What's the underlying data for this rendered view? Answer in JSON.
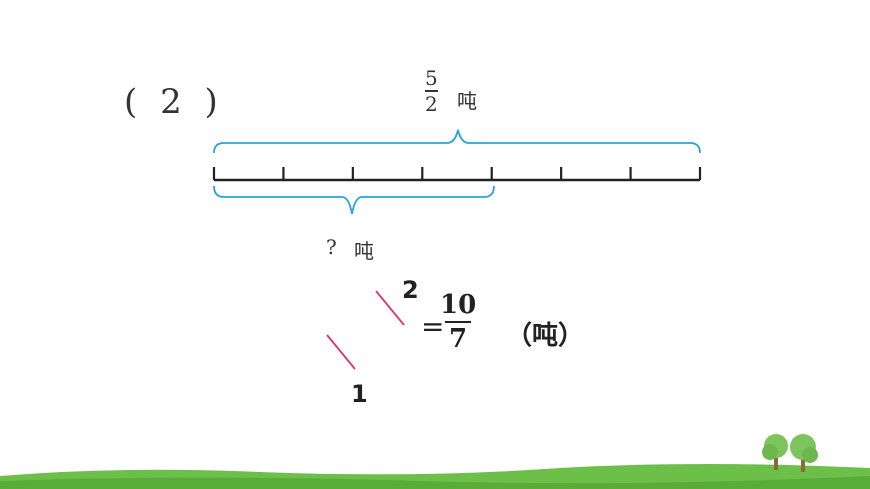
{
  "part_label": "( 2 )",
  "total": {
    "numerator": "5",
    "denominator": "2",
    "unit": "吨"
  },
  "part": {
    "question": "?",
    "unit": "吨"
  },
  "calculation": {
    "cancel_top": "2",
    "cancel_bottom": "1",
    "equals": "=",
    "result_numerator": "10",
    "result_denominator": "7",
    "result_unit": "（吨）"
  },
  "number_line": {
    "segments": 7,
    "whole_brace_segments": 7,
    "part_brace_segments": 4
  },
  "colors": {
    "brace": "#29a3dc",
    "line": "#222222",
    "cancel_stroke": "#e0336b",
    "grass": "#6cc04a",
    "tree": "#7dc45c"
  }
}
